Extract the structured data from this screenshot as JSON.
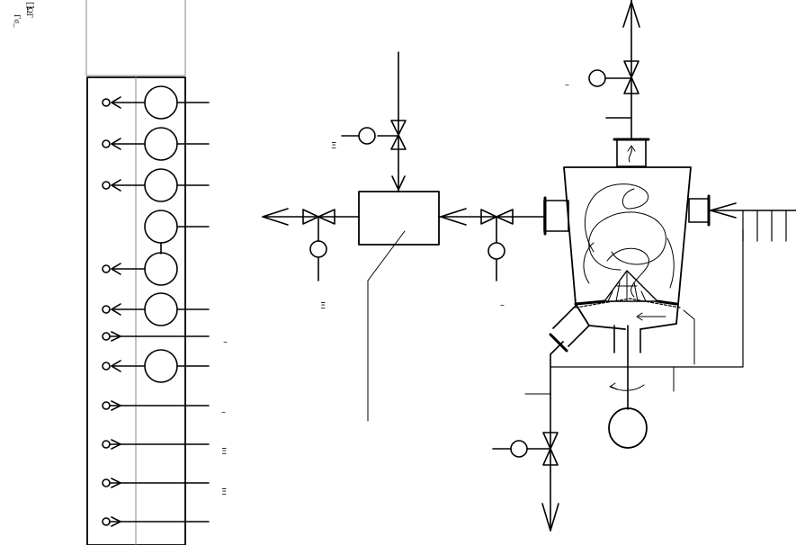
{
  "side_fragments": [
    "[]",
    "ΩΓ",
    "Γσ_"
  ],
  "small_marks": {
    "row_label_1": "–",
    "row_label_2": "–",
    "row_label_3": "Ξ",
    "row_label_4": "Ξ",
    "valve_gauge_left": "Ξ",
    "gauge_under_left": "Ξ",
    "gauge_under_right": "–",
    "top_gauge": "–"
  }
}
